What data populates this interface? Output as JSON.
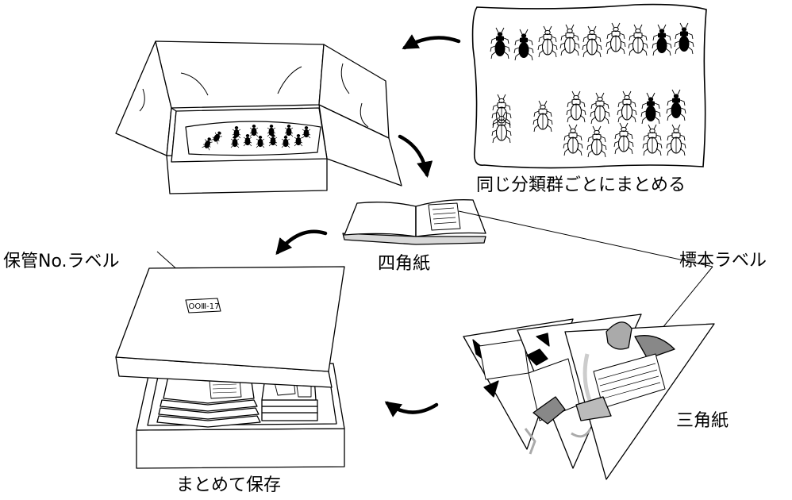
{
  "labels": {
    "sort_by_group": "同じ分類群ごとにまとめる",
    "square_paper": "四角紙",
    "specimen_label": "標本ラベル",
    "storage_no_label": "保管No.ラベル",
    "triangle_paper": "三角紙",
    "store_together": "まとめて保存"
  },
  "box_tag_text": "OOⅢ-17"
}
